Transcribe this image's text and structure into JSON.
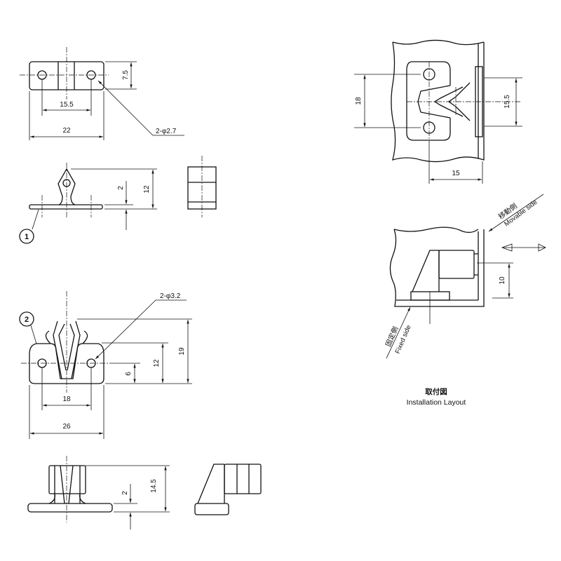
{
  "views": {
    "plate_top": {
      "dim_height": "7.5",
      "dim_hole_pitch": "15.5",
      "dim_width": "22",
      "hole_callout": "2-φ2.7"
    },
    "plate_side": {
      "dim_height": "12",
      "dim_thickness": "2",
      "balloon": "1"
    },
    "spring_top": {
      "balloon": "2",
      "hole_callout": "2-φ3.2",
      "dim_height": "19",
      "dim_body": "12",
      "dim_hole": "6",
      "dim_hole_pitch": "18",
      "dim_width": "26"
    },
    "spring_side": {
      "dim_height": "14.5",
      "dim_thickness": "2"
    },
    "install_top": {
      "dim_hole_pitch": "18",
      "dim_offset": "15.5",
      "dim_depth": "15"
    },
    "install_side": {
      "dim_gap": "10",
      "movable_jp": "移動側",
      "movable_en": "Movable side",
      "fixed_jp": "固定側",
      "fixed_en": "Fixed side"
    }
  },
  "caption": {
    "jp": "取付図",
    "en": "Installation Layout"
  }
}
